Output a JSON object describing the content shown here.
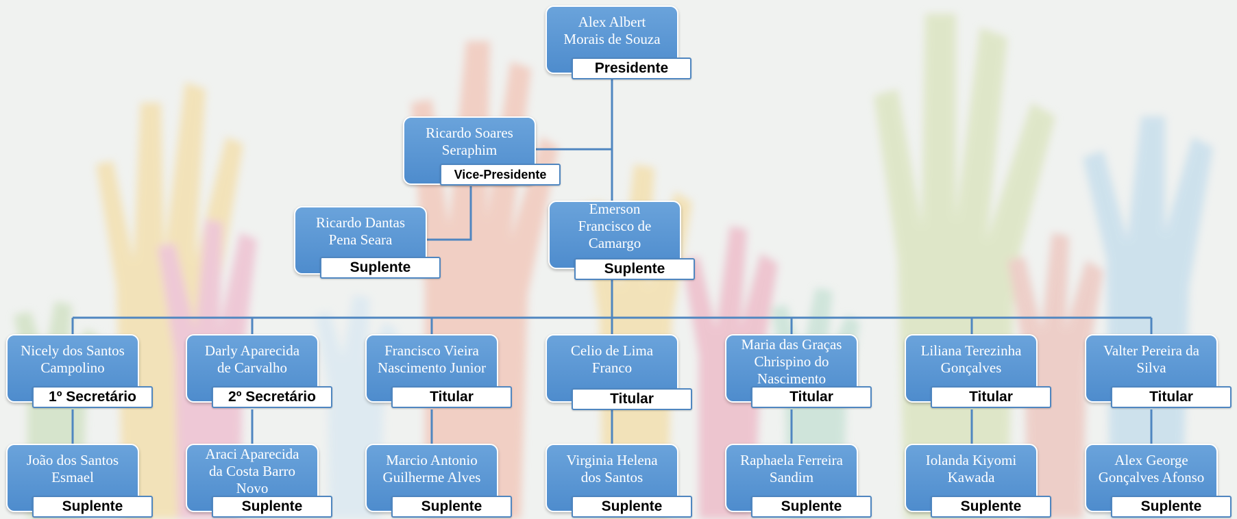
{
  "colors": {
    "box": "#5b9bd5",
    "connector": "#4f86c0",
    "role_bg": "#ffffff"
  },
  "background_image": "raised-hands",
  "org": {
    "president": {
      "name": "Alex Albert\nMorais de Souza",
      "role": "Presidente"
    },
    "vice_president": {
      "name": "Ricardo Soares\nSeraphim",
      "role": "Vice-Presidente"
    },
    "vice_substitute": {
      "name": "Ricardo Dantas\nPena Seara",
      "role": "Suplente"
    },
    "president_substitute": {
      "name": "Emerson\nFrancisco de\nCamargo",
      "role": "Suplente"
    },
    "members": [
      {
        "name": "Nicely dos Santos\nCampolino",
        "role": "1º Secretário",
        "sub_name": "João dos Santos\nEsmael",
        "sub_role": "Suplente"
      },
      {
        "name": "Darly Aparecida\nde Carvalho",
        "role": "2º Secretário",
        "sub_name": "Araci Aparecida\nda Costa Barro\nNovo",
        "sub_role": "Suplente"
      },
      {
        "name": "Francisco Vieira\nNascimento Junior",
        "role": "Titular",
        "sub_name": "Marcio Antonio\nGuilherme Alves",
        "sub_role": "Suplente"
      },
      {
        "name": "Celio de Lima\nFranco",
        "role": "Titular",
        "sub_name": "Virginia Helena\ndos Santos",
        "sub_role": "Suplente"
      },
      {
        "name": "Maria das Graças\nChrispino do\nNascimento",
        "role": "Titular",
        "sub_name": "Raphaela Ferreira\nSandim",
        "sub_role": "Suplente"
      },
      {
        "name": "Liliana Terezinha\nGonçalves",
        "role": "Titular",
        "sub_name": "Iolanda Kiyomi\nKawada",
        "sub_role": "Suplente"
      },
      {
        "name": "Valter Pereira da\nSilva",
        "role": "Titular",
        "sub_name": "Alex George\nGonçalves Afonso",
        "sub_role": "Suplente"
      }
    ]
  }
}
